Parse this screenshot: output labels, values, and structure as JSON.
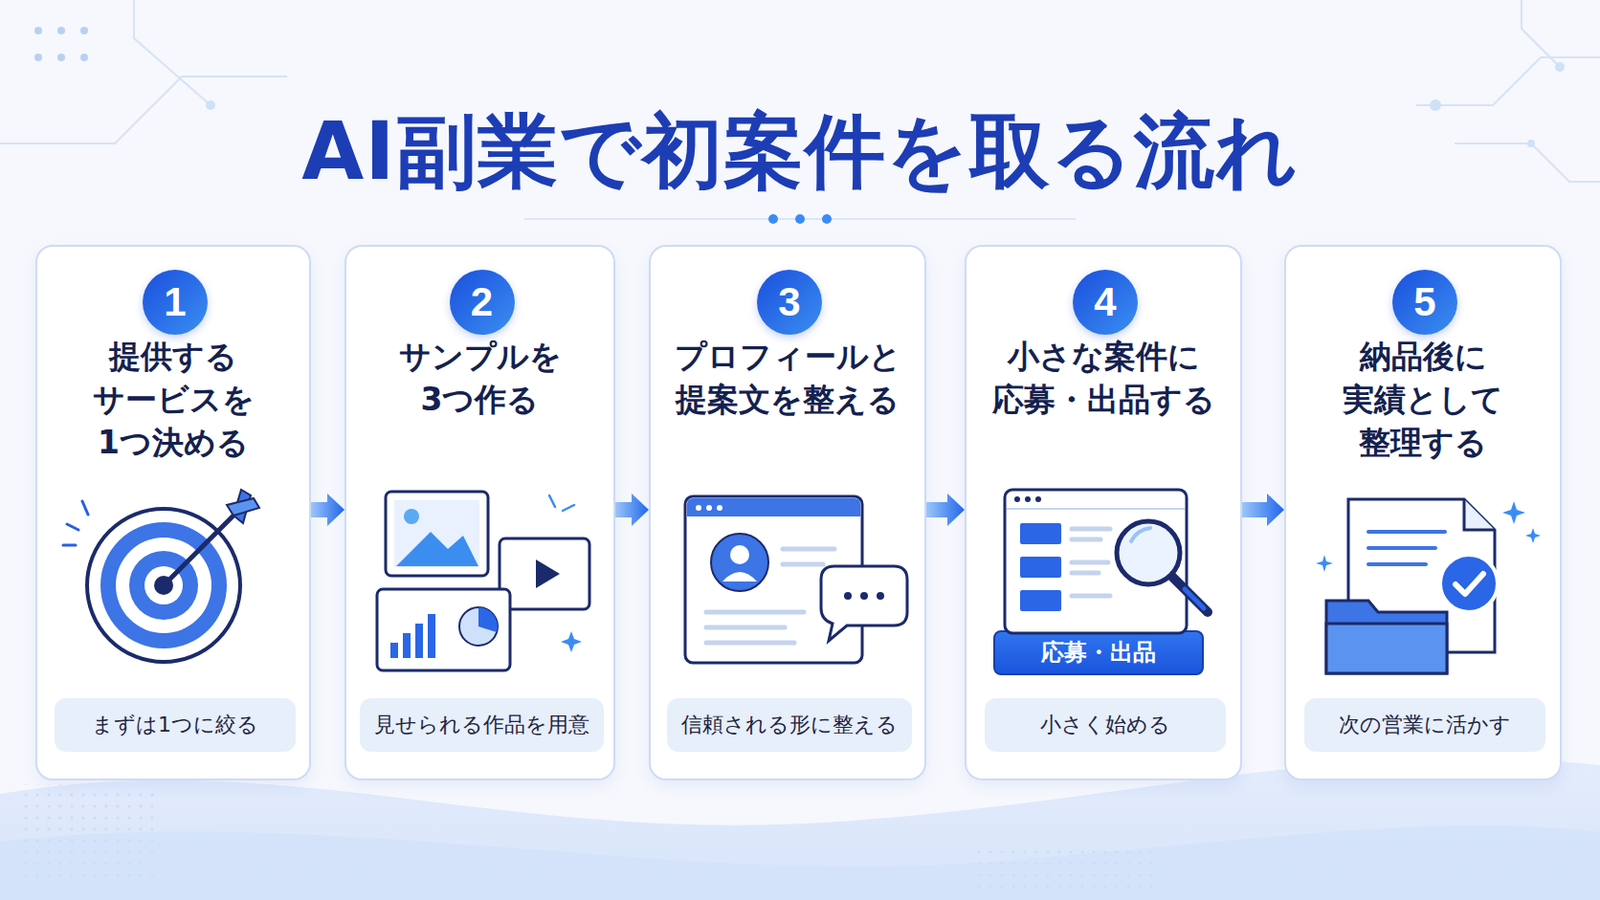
{
  "diagram": {
    "title": "AI副業で初案件を取る流れ",
    "nodes": [
      {
        "text": [
          "提供する サービスを 1つ決める"
        ]
      },
      {
        "text": [
          "1"
        ],
        "in": 0
      },
      {
        "text": [
          "まずは1つに絞る"
        ],
        "in": 0
      },
      {
        "text": [
          "サンプルを 3つ作る"
        ]
      },
      {
        "text": [
          "2"
        ],
        "in": 3
      },
      {
        "text": [
          "見せられる作品を用意"
        ],
        "in": 3
      },
      {
        "text": [
          "プロフィールと 提案文を整える"
        ]
      },
      {
        "text": [
          "3"
        ],
        "in": 6
      },
      {
        "text": [
          "信頼される形に整える"
        ],
        "in": 6
      },
      {
        "text": [
          "小さな案件に 応募・出品する"
        ]
      },
      {
        "text": [
          "4"
        ],
        "in": 9
      },
      {
        "text": [
          "応募・出品"
        ],
        "in": 9
      },
      {
        "text": [
          "小さく始める"
        ],
        "in": 9
      },
      {
        "text": [
          "納品後に 実績として 整理する"
        ]
      },
      {
        "text": [
          "5"
        ],
        "in": 13
      },
      {
        "text": [
          "次の営業に活かす"
        ],
        "in": 13
      }
    ],
    "edges": [
      {
        "from": 0,
        "to": 3,
        "arrow": "to"
      },
      {
        "from": 3,
        "to": 6,
        "arrow": "to"
      },
      {
        "from": 6,
        "to": 9,
        "arrow": "to"
      },
      {
        "from": 9,
        "to": 13,
        "arrow": "to"
      }
    ]
  }
}
